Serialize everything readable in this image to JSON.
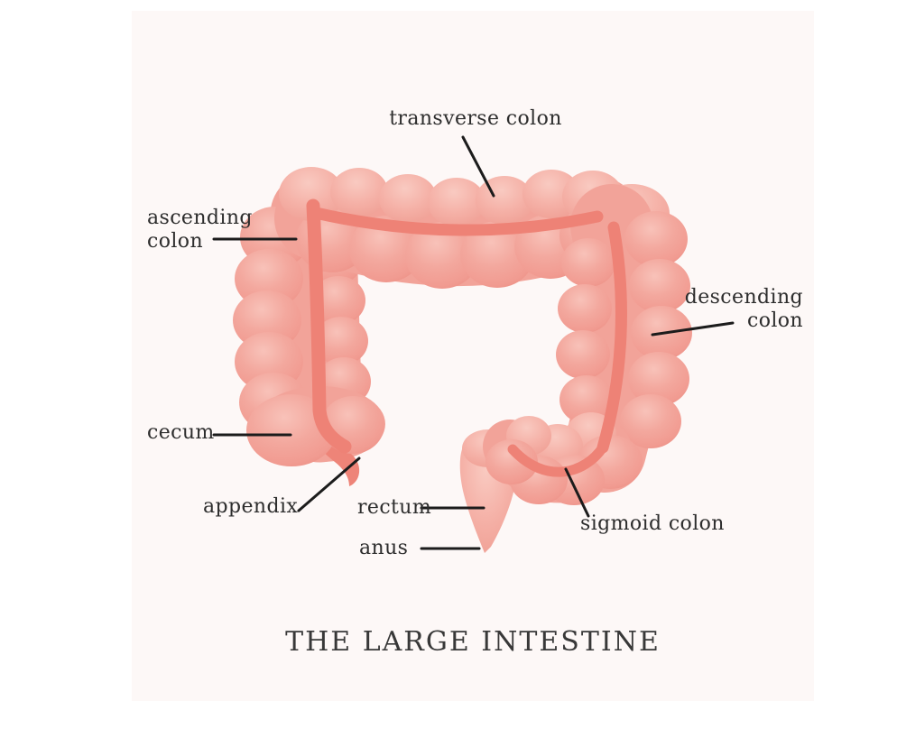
{
  "figure": {
    "title": "THE LARGE INTESTINE",
    "annotations": [
      {
        "id": "transverse-colon",
        "label": "transverse colon"
      },
      {
        "id": "ascending-colon",
        "label": "ascending colon"
      },
      {
        "id": "descending-colon",
        "label": "descending colon"
      },
      {
        "id": "cecum",
        "label": "cecum"
      },
      {
        "id": "appendix",
        "label": "appendix"
      },
      {
        "id": "rectum",
        "label": "rectum"
      },
      {
        "id": "anus",
        "label": "anus"
      },
      {
        "id": "sigmoid-colon",
        "label": "sigmoid colon"
      }
    ],
    "colors": {
      "intestine_body": "#f3a89e",
      "intestine_highlight": "#f8c2b9",
      "intestine_shadow": "#ea8c81",
      "taenia_stripe": "#ee8276",
      "label_text": "#2d2d2d",
      "pointer_line": "#1c1c1c",
      "canvas_tint": "#fdf8f7",
      "background": "#ffffff"
    }
  }
}
